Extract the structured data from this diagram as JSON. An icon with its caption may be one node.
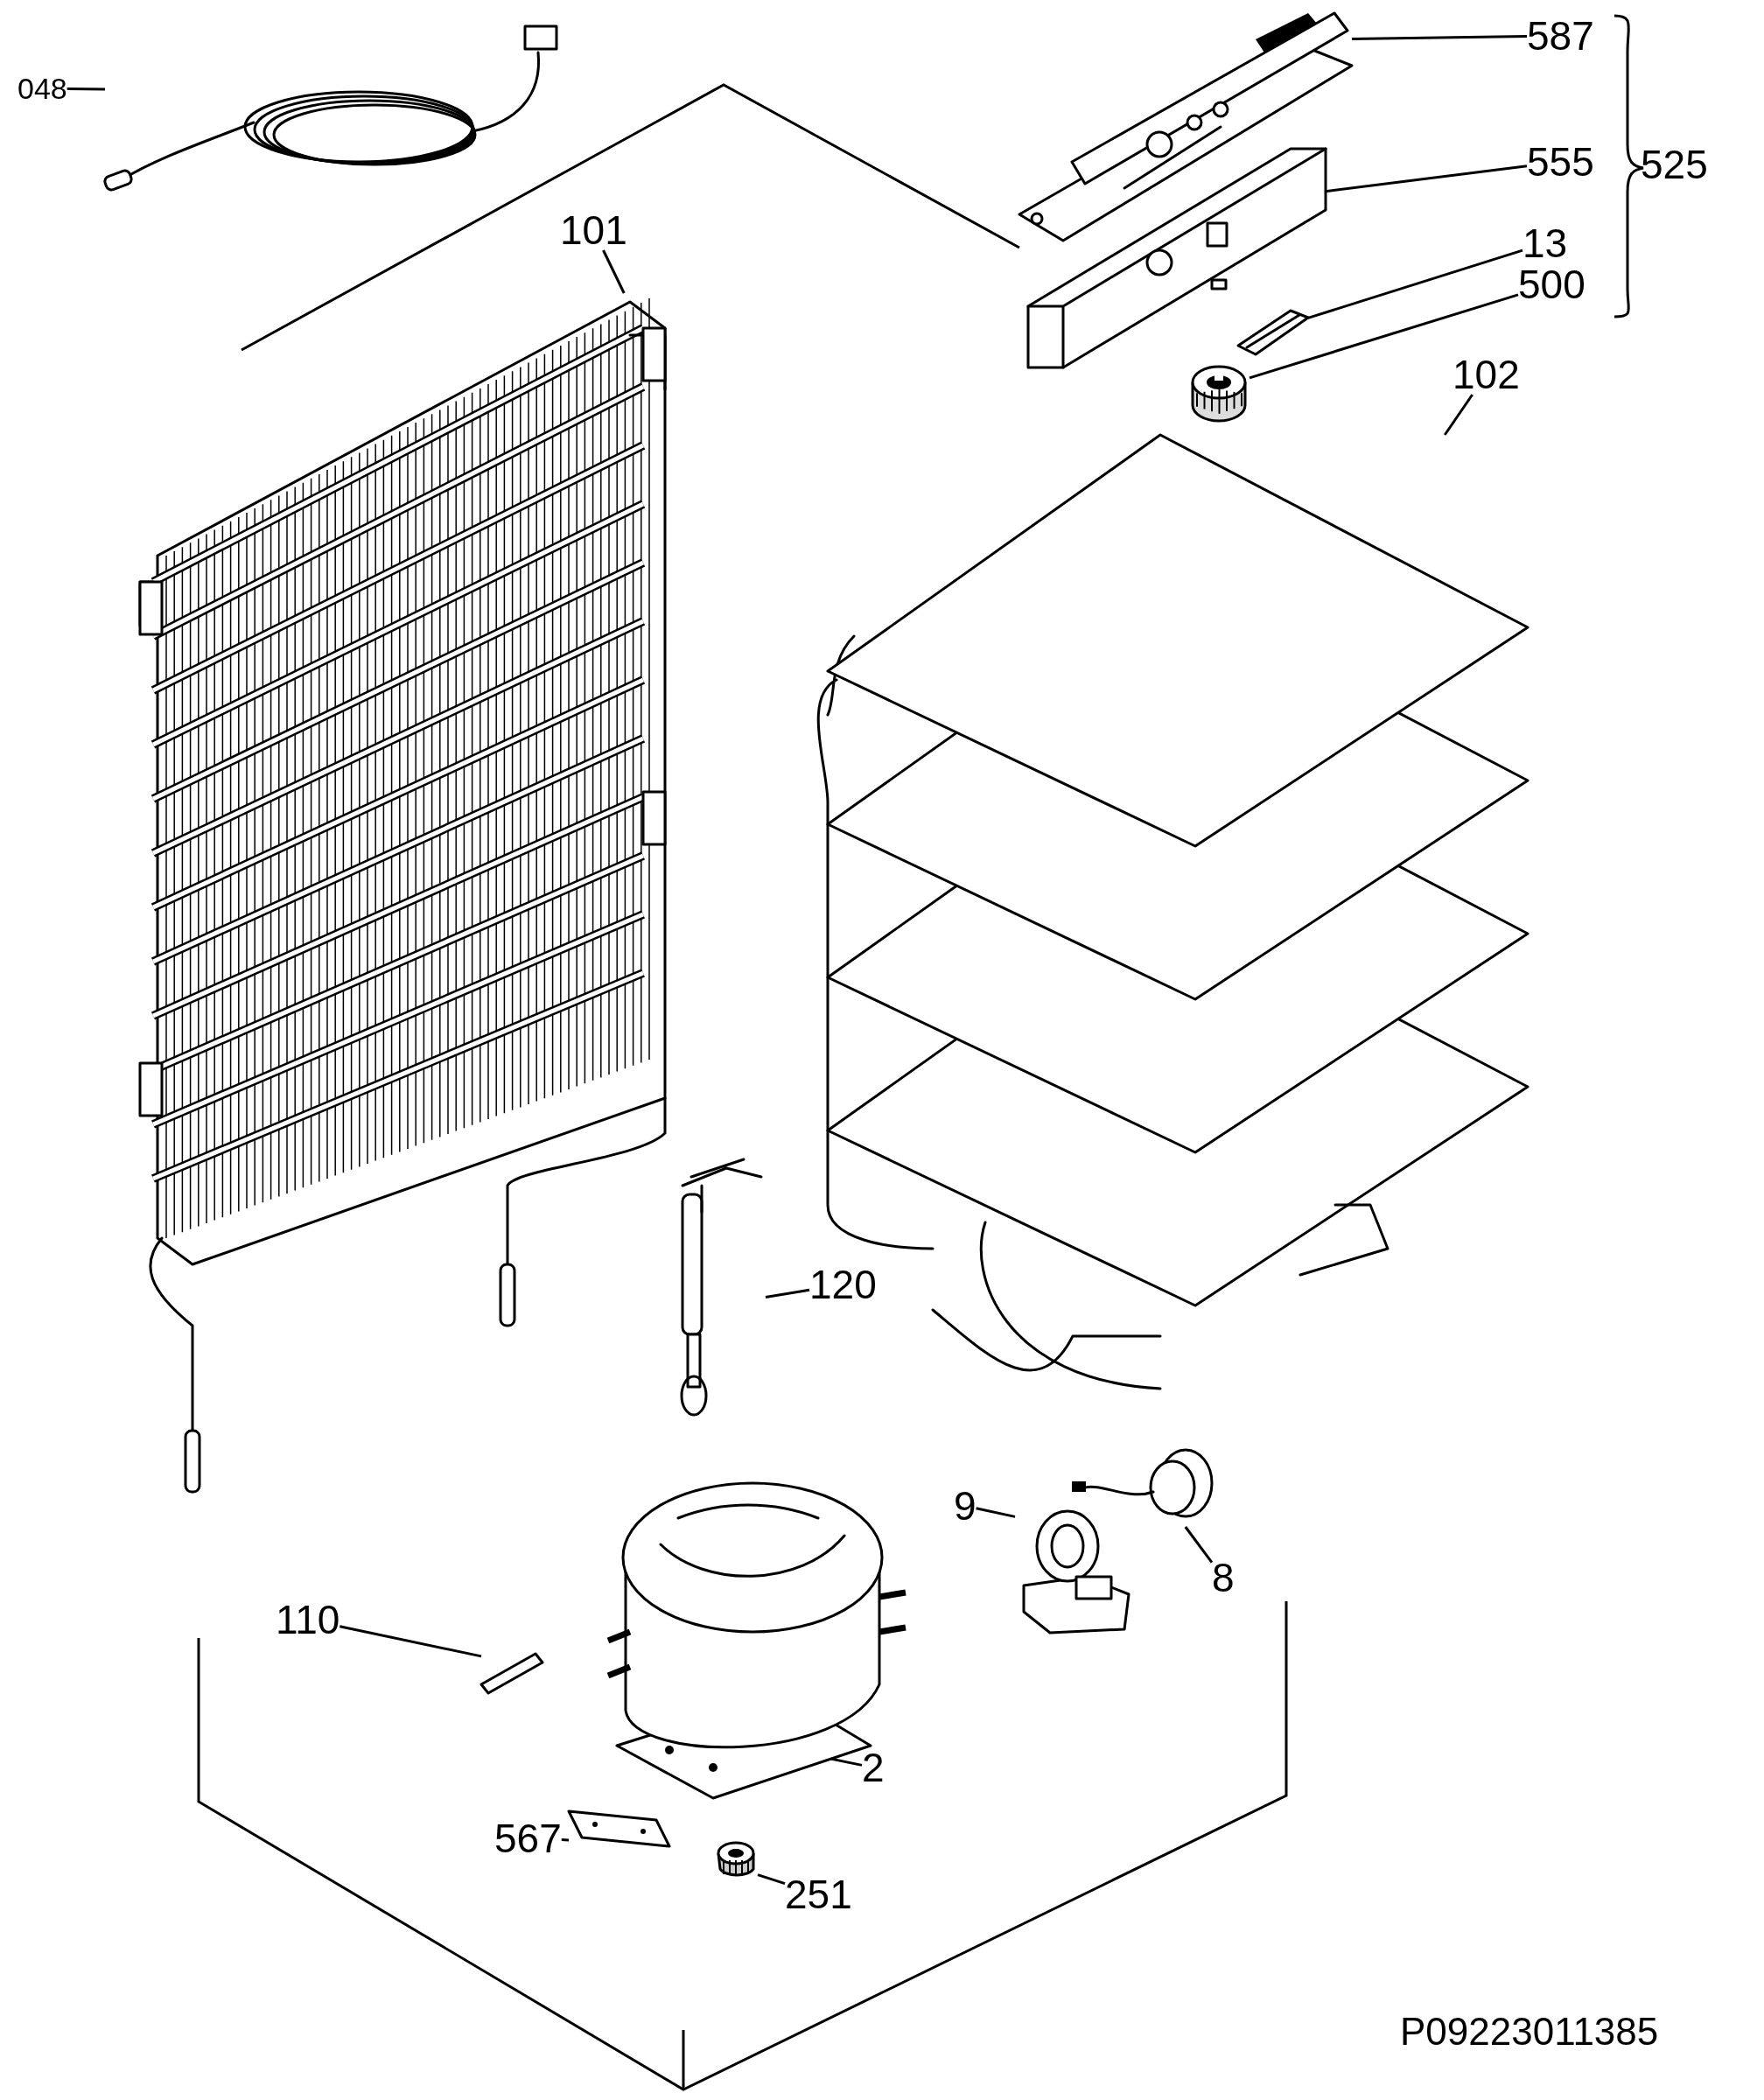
{
  "diagram": {
    "nodes": [
      {
        "text": [
          "048"
        ]
      },
      {
        "text": [],
        "shape": "picture"
      },
      {
        "text": [
          "587"
        ]
      },
      {
        "text": [],
        "shape": "picture"
      },
      {
        "text": [
          "555"
        ]
      },
      {
        "text": [],
        "shape": "picture"
      },
      {
        "text": [
          "13"
        ]
      },
      {
        "text": [],
        "shape": "picture"
      },
      {
        "text": [
          "500"
        ]
      },
      {
        "text": [],
        "shape": "picture"
      },
      {
        "text": [
          "101"
        ]
      },
      {
        "text": [],
        "shape": "picture"
      },
      {
        "text": [
          "102"
        ]
      },
      {
        "text": [],
        "shape": "picture"
      },
      {
        "text": [
          "120"
        ]
      },
      {
        "text": [],
        "shape": "picture"
      },
      {
        "text": [
          "9"
        ]
      },
      {
        "text": [],
        "shape": "picture"
      },
      {
        "text": [
          "8"
        ]
      },
      {
        "text": [],
        "shape": "picture"
      },
      {
        "text": [
          "110"
        ]
      },
      {
        "text": [],
        "shape": "picture"
      },
      {
        "text": [
          "2"
        ]
      },
      {
        "text": [],
        "shape": "picture"
      },
      {
        "text": [
          "567"
        ]
      },
      {
        "text": [],
        "shape": "picture"
      },
      {
        "text": [
          "251"
        ]
      },
      {
        "text": [],
        "shape": "picture"
      }
    ],
    "edges": [
      {
        "from": 0,
        "to": 1,
        "arrow": "none"
      },
      {
        "from": 2,
        "to": 3,
        "arrow": "none"
      },
      {
        "from": 4,
        "to": 5,
        "arrow": "none"
      },
      {
        "from": 6,
        "to": 7,
        "arrow": "none"
      },
      {
        "from": 8,
        "to": 9,
        "arrow": "none"
      },
      {
        "from": 10,
        "to": 11,
        "arrow": "none"
      },
      {
        "from": 12,
        "to": 13,
        "arrow": "none"
      },
      {
        "from": 14,
        "to": 15,
        "arrow": "none"
      },
      {
        "from": 16,
        "to": 17,
        "arrow": "none"
      },
      {
        "from": 18,
        "to": 19,
        "arrow": "none"
      },
      {
        "from": 20,
        "to": 21,
        "arrow": "none"
      },
      {
        "from": 22,
        "to": 23,
        "arrow": "none"
      },
      {
        "from": 24,
        "to": 25,
        "arrow": "none"
      },
      {
        "from": 26,
        "to": 27,
        "arrow": "none"
      }
    ],
    "labels": [
      "525",
      "P09223011385"
    ]
  }
}
